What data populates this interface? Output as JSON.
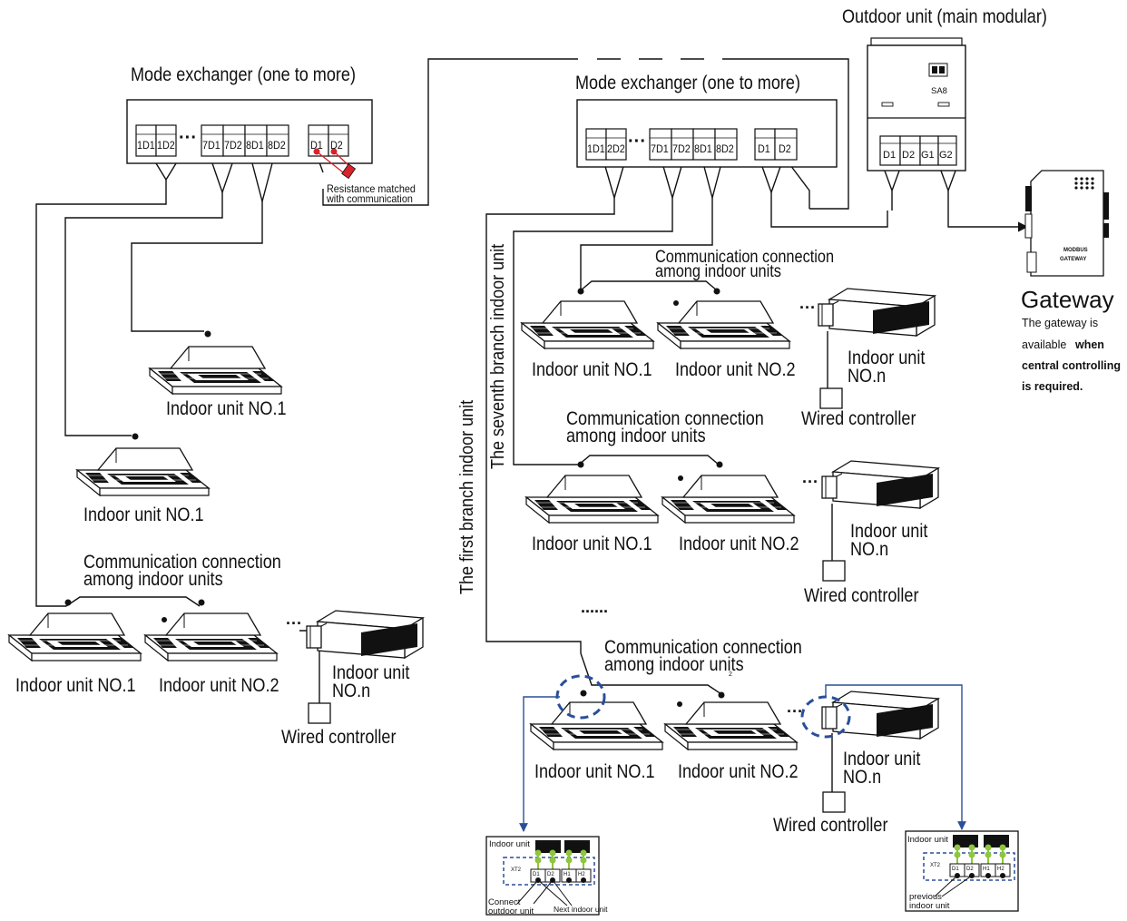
{
  "outdoor_unit": {
    "title": "Outdoor unit (main modular)",
    "switch_label": "SA8",
    "terminals": [
      "D1",
      "D2",
      "G1",
      "G2"
    ]
  },
  "gateway": {
    "title": "Gateway",
    "device_text": [
      "MODBUS",
      "GATEWAY"
    ],
    "description": [
      "The gateway is",
      "available ",
      "when",
      "central controlling",
      "is required."
    ]
  },
  "mode_exchanger_left": {
    "title": "Mode exchanger (one to more)",
    "terminals": [
      "1D1",
      "1D2",
      "7D1",
      "7D2",
      "8D1",
      "8D2",
      "D1",
      "D2"
    ],
    "resistance_note": [
      "Resistance matched",
      "with communication"
    ]
  },
  "mode_exchanger_right": {
    "title": "Mode exchanger (one to more)",
    "terminals": [
      "1D1",
      "2D2",
      "7D1",
      "7D2",
      "8D1",
      "8D2",
      "D1",
      "D2"
    ]
  },
  "branch_labels": {
    "first": "The first branch indoor unit",
    "seventh": "The seventh branch indoor unit"
  },
  "comm_label": [
    "Communication connection",
    "among indoor units"
  ],
  "labels": {
    "indoor_unit_1": "Indoor unit NO.1",
    "indoor_unit_2": "Indoor unit NO.2",
    "indoor_unit_n": [
      "Indoor unit",
      "NO.n"
    ],
    "wired_controller": "Wired controller",
    "ellipsis": "......",
    "dots": "···",
    "sup2": "2"
  },
  "detail_left": {
    "header": "Indoor unit",
    "block_label": "XT2",
    "terminals": [
      "D1",
      "D2",
      "H1",
      "H2"
    ],
    "note_connect": [
      "Connect",
      "outdoor unit"
    ],
    "note_next": "Next indoor unit"
  },
  "detail_right": {
    "header": "Indoor unit",
    "block_label": "XT2",
    "terminals": [
      "D1",
      "D2",
      "H1",
      "H2"
    ],
    "note_prev": [
      "previous",
      "indoor unit"
    ]
  },
  "colors": {
    "line": "#111111",
    "blue": "#2a4f9a",
    "red": "#d8232a",
    "green": "#8dc63f"
  }
}
